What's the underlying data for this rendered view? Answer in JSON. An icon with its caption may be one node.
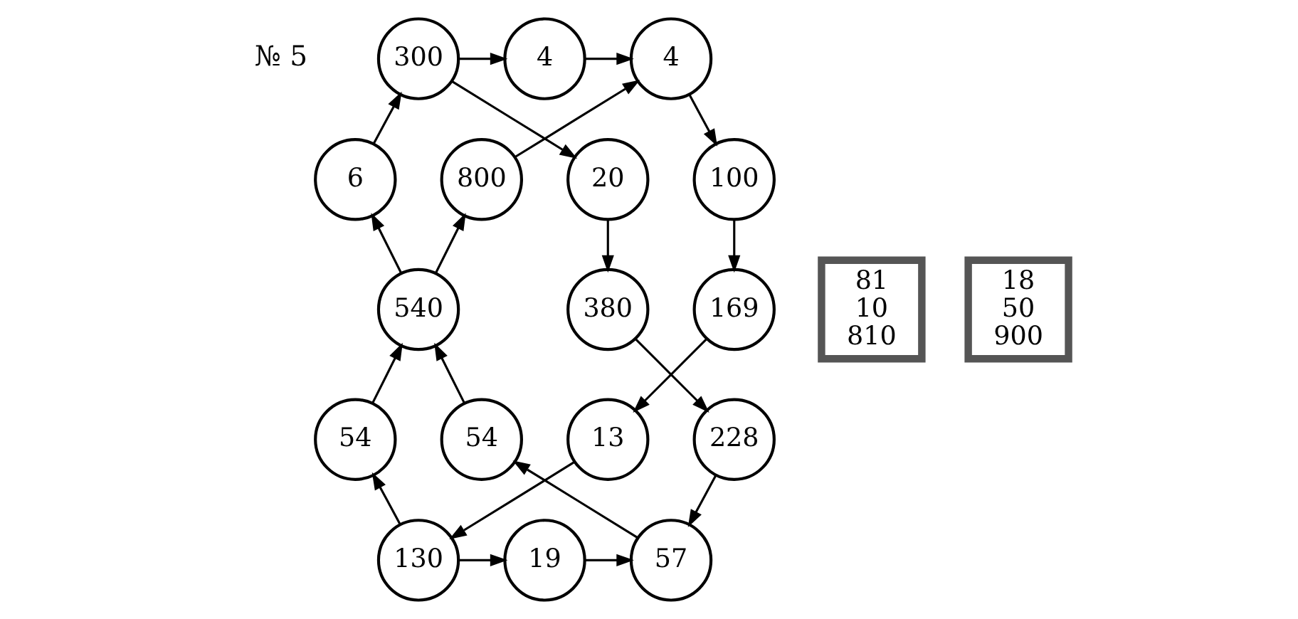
{
  "diagram": {
    "nodes": [
      {
        "text": [
          "4"
        ]
      },
      {
        "text": [
          "4"
        ]
      },
      {
        "text": [
          "300"
        ]
      },
      {
        "text": [
          "100"
        ]
      },
      {
        "text": [
          "800"
        ]
      },
      {
        "text": [
          "6"
        ]
      },
      {
        "text": [
          "20"
        ]
      },
      {
        "text": [
          "169"
        ]
      },
      {
        "text": [
          "81",
          "10",
          "810"
        ]
      },
      {
        "text": [
          "540"
        ]
      },
      {
        "text": [
          "18",
          "50",
          "900"
        ]
      },
      {
        "text": [
          "380"
        ]
      },
      {
        "text": [
          "13"
        ]
      },
      {
        "text": [
          "54"
        ]
      },
      {
        "text": [
          "54"
        ]
      },
      {
        "text": [
          "228"
        ]
      },
      {
        "text": [
          "130"
        ]
      },
      {
        "text": [
          "19"
        ]
      },
      {
        "text": [
          "57"
        ]
      }
    ],
    "edges": [
      {
        "from": 1,
        "to": 0,
        "arrow": "to"
      },
      {
        "from": 2,
        "to": 1,
        "arrow": "to"
      },
      {
        "from": 0,
        "to": 3,
        "arrow": "to"
      },
      {
        "from": 3,
        "to": 7,
        "arrow": "to"
      },
      {
        "from": 7,
        "to": 12,
        "arrow": "to"
      },
      {
        "from": 12,
        "to": 16,
        "arrow": "to"
      },
      {
        "from": 16,
        "to": 17,
        "arrow": "to"
      },
      {
        "from": 17,
        "to": 18,
        "arrow": "to"
      },
      {
        "from": 16,
        "to": 13,
        "arrow": "to"
      },
      {
        "from": 13,
        "to": 9,
        "arrow": "to"
      },
      {
        "from": 9,
        "to": 4,
        "arrow": "to"
      },
      {
        "from": 4,
        "to": 0,
        "arrow": "to"
      },
      {
        "from": 9,
        "to": 5,
        "arrow": "to"
      },
      {
        "from": 5,
        "to": 2,
        "arrow": "to"
      },
      {
        "from": 2,
        "to": 6,
        "arrow": "to"
      },
      {
        "from": 6,
        "to": 11,
        "arrow": "to"
      },
      {
        "from": 11,
        "to": 15,
        "arrow": "to"
      },
      {
        "from": 15,
        "to": 18,
        "arrow": "to"
      },
      {
        "from": 18,
        "to": 14,
        "arrow": "to"
      },
      {
        "from": 14,
        "to": 9,
        "arrow": "to"
      }
    ],
    "labels": [
      "№ 5"
    ]
  }
}
